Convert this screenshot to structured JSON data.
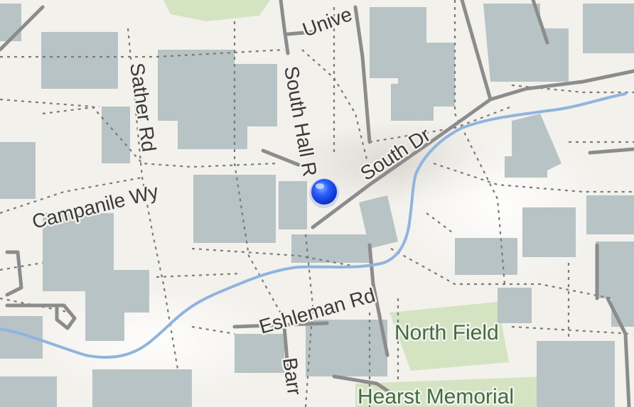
{
  "map": {
    "labels": {
      "university": "Unive",
      "sather_rd": "Sather Rd",
      "south_hall_rd": "South Hall R",
      "south_dr": "South Dr",
      "campanile_wy": "Campanile Wy",
      "eshleman_rd": "Eshleman Rd",
      "north_field": "North Field",
      "barr": "Barr",
      "hearst_memorial": "Hearst Memorial"
    },
    "colors": {
      "ground": "#f3f1ec",
      "building": "#b7c3c5",
      "green": "#d4e3c1",
      "creek": "#8fb4de",
      "road": "#8c8c8c",
      "location_marker": "#1d55ff"
    },
    "current_location_marker": "blue-location-dot"
  }
}
